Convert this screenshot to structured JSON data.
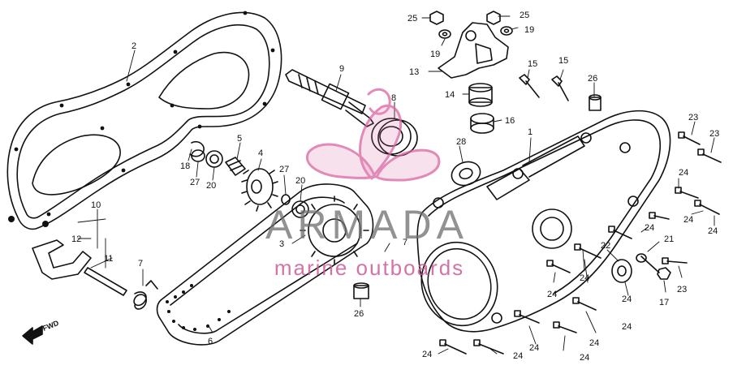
{
  "diagram": {
    "labels": [
      {
        "id": "p25a",
        "text": "25"
      },
      {
        "id": "p25b",
        "text": "25"
      },
      {
        "id": "p19a",
        "text": "19"
      },
      {
        "id": "p19b",
        "text": "19"
      },
      {
        "id": "p13",
        "text": "13"
      },
      {
        "id": "p2",
        "text": "2"
      },
      {
        "id": "p9",
        "text": "9"
      },
      {
        "id": "p8",
        "text": "8"
      },
      {
        "id": "p15a",
        "text": "15"
      },
      {
        "id": "p15b",
        "text": "15"
      },
      {
        "id": "p14",
        "text": "14"
      },
      {
        "id": "p16",
        "text": "16"
      },
      {
        "id": "p26a",
        "text": "26"
      },
      {
        "id": "p1",
        "text": "1"
      },
      {
        "id": "p23a",
        "text": "23"
      },
      {
        "id": "p23b",
        "text": "23"
      },
      {
        "id": "p28",
        "text": "28"
      },
      {
        "id": "p5",
        "text": "5"
      },
      {
        "id": "p4",
        "text": "4"
      },
      {
        "id": "p18",
        "text": "18"
      },
      {
        "id": "p27a",
        "text": "27"
      },
      {
        "id": "p20a",
        "text": "20"
      },
      {
        "id": "p27b",
        "text": "27"
      },
      {
        "id": "p20b",
        "text": "20"
      },
      {
        "id": "p24a",
        "text": "24"
      },
      {
        "id": "p24b",
        "text": "24"
      },
      {
        "id": "p24c",
        "text": "24"
      },
      {
        "id": "p10",
        "text": "10"
      },
      {
        "id": "p12",
        "text": "12"
      },
      {
        "id": "p11",
        "text": "11"
      },
      {
        "id": "p7a",
        "text": "7"
      },
      {
        "id": "p3",
        "text": "3"
      },
      {
        "id": "p7b",
        "text": "7"
      },
      {
        "id": "p24d",
        "text": "24"
      },
      {
        "id": "p22",
        "text": "22"
      },
      {
        "id": "p21",
        "text": "21"
      },
      {
        "id": "p24e",
        "text": "24"
      },
      {
        "id": "p24f",
        "text": "24"
      },
      {
        "id": "p23c",
        "text": "23"
      },
      {
        "id": "p17",
        "text": "17"
      },
      {
        "id": "p26b",
        "text": "26"
      },
      {
        "id": "p6",
        "text": "6"
      },
      {
        "id": "p24g",
        "text": "24"
      },
      {
        "id": "p24h",
        "text": "24"
      },
      {
        "id": "p24i",
        "text": "24"
      },
      {
        "id": "p24j",
        "text": "24"
      },
      {
        "id": "p24k",
        "text": "24"
      },
      {
        "id": "p24l",
        "text": "24"
      },
      {
        "id": "p24m",
        "text": "24"
      }
    ],
    "direction_marker": "FWD"
  },
  "watermark": {
    "brand": "ARMADA",
    "tagline": "marine outboards",
    "colors": {
      "brand": "#6e6e6e",
      "accent": "#d9639f"
    }
  }
}
